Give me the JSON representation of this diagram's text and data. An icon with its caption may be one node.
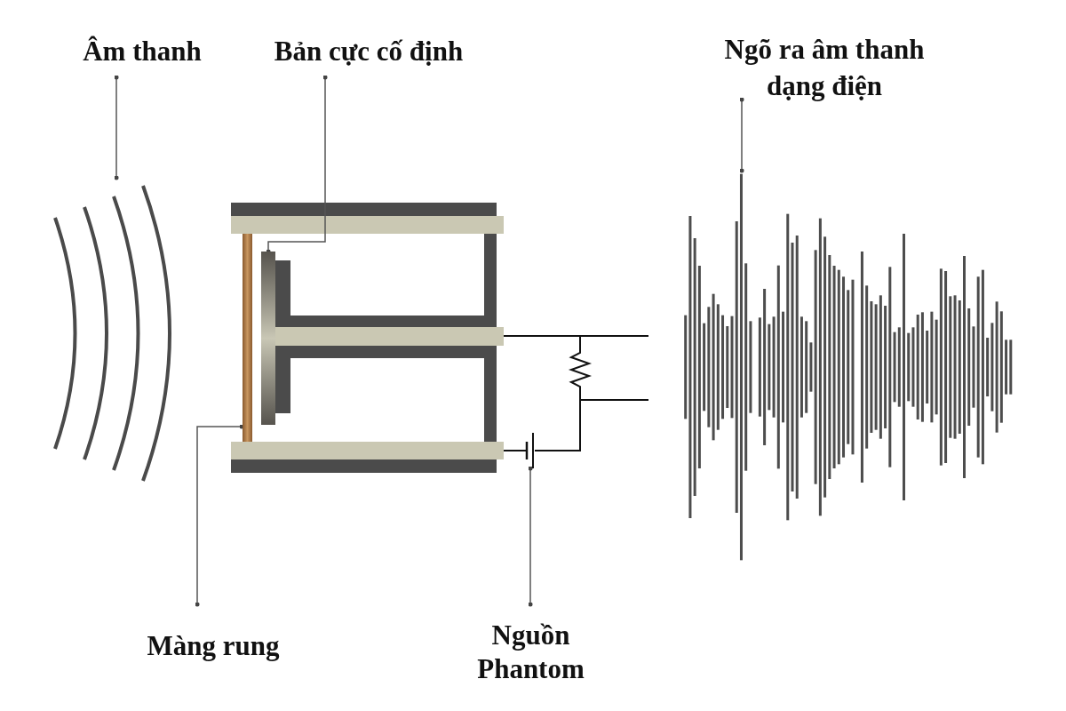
{
  "diagram": {
    "nodes": [
      {
        "text": [
          "Âm thanh"
        ]
      },
      {
        "text": [
          "Bản cực cố định"
        ]
      },
      {
        "text": [
          "Ngõ ra âm thanh dạng điện"
        ]
      },
      {
        "text": [],
        "shape": "picture"
      },
      {
        "text": [],
        "shape": "bar"
      },
      {
        "text": [],
        "shape": "picture"
      },
      {
        "text": [],
        "shape": "bar"
      },
      {
        "text": [
          "Màng rung"
        ]
      },
      {
        "text": [],
        "shape": "battery"
      },
      {
        "text": [
          "Nguồn Phantom"
        ]
      }
    ],
    "edges": [
      {
        "from": 0,
        "to": 3,
        "arrow": "other"
      },
      {
        "from": 1,
        "to": 6,
        "arrow": "other"
      },
      {
        "from": 2,
        "to": 5,
        "arrow": "other"
      },
      {
        "from": 7,
        "to": 4,
        "arrow": "other"
      },
      {
        "from": 9,
        "to": 8,
        "arrow": "other"
      }
    ]
  }
}
